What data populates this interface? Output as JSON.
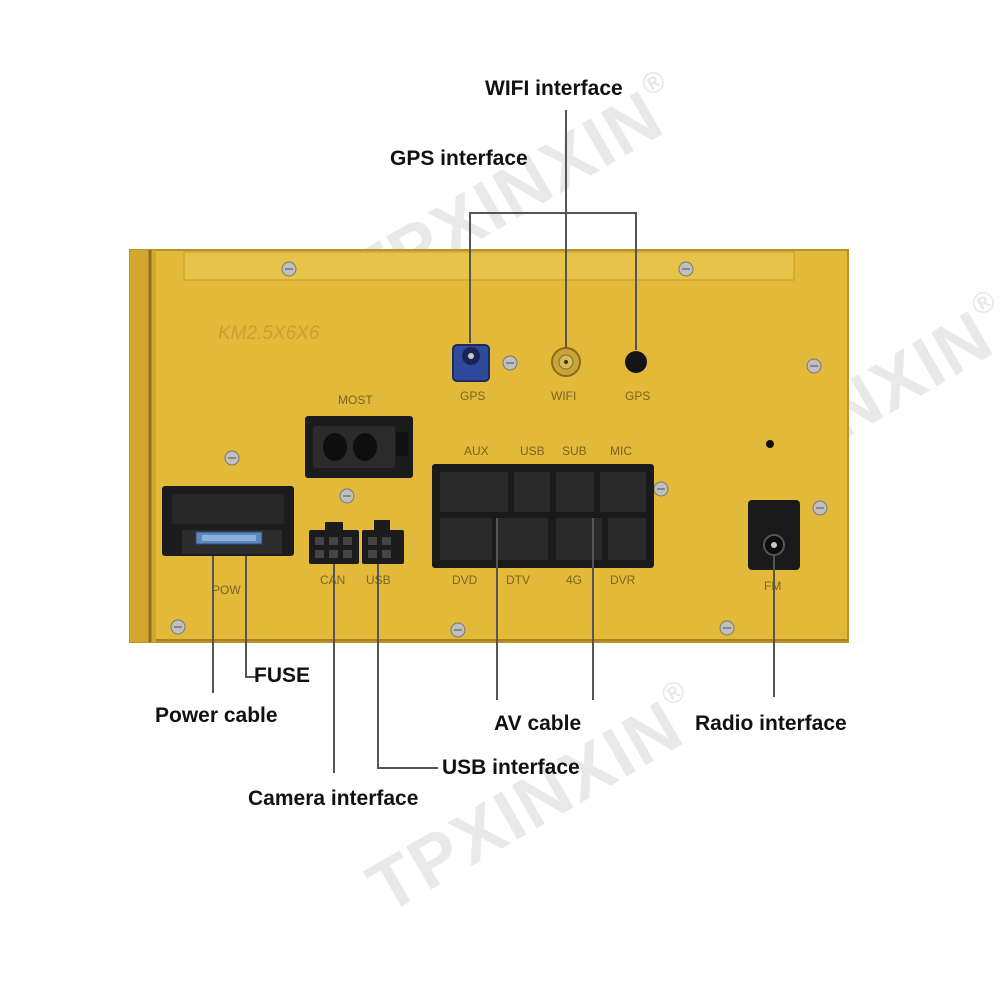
{
  "watermark": {
    "brand": "TPXINXIN",
    "mark": "®"
  },
  "callouts": {
    "wifi": "WIFI interface",
    "gps": "GPS interface",
    "fuse": "FUSE",
    "power": "Power cable",
    "av": "AV cable",
    "radio": "Radio interface",
    "usb": "USB interface",
    "camera": "Camera interface"
  },
  "panel": {
    "model_stamp": "KM2.5X6X6",
    "port_labels": {
      "gps": "GPS",
      "wifi": "WIFI",
      "gps2": "GPS",
      "most": "MOST",
      "aux": "AUX",
      "usb_top": "USB",
      "sub": "SUB",
      "mic": "MIC",
      "dvd": "DVD",
      "dtv": "DTV",
      "4g": "4G",
      "dvr": "DVR",
      "pow": "POW",
      "can": "CAN",
      "usb_bottom": "USB",
      "fm": "FM"
    }
  },
  "colors": {
    "panel": "#e3b93a",
    "panel_edge": "#b9922a",
    "connector": "#1c1c1c",
    "gps_connector": "#2f4a9a",
    "line": "#555555"
  }
}
